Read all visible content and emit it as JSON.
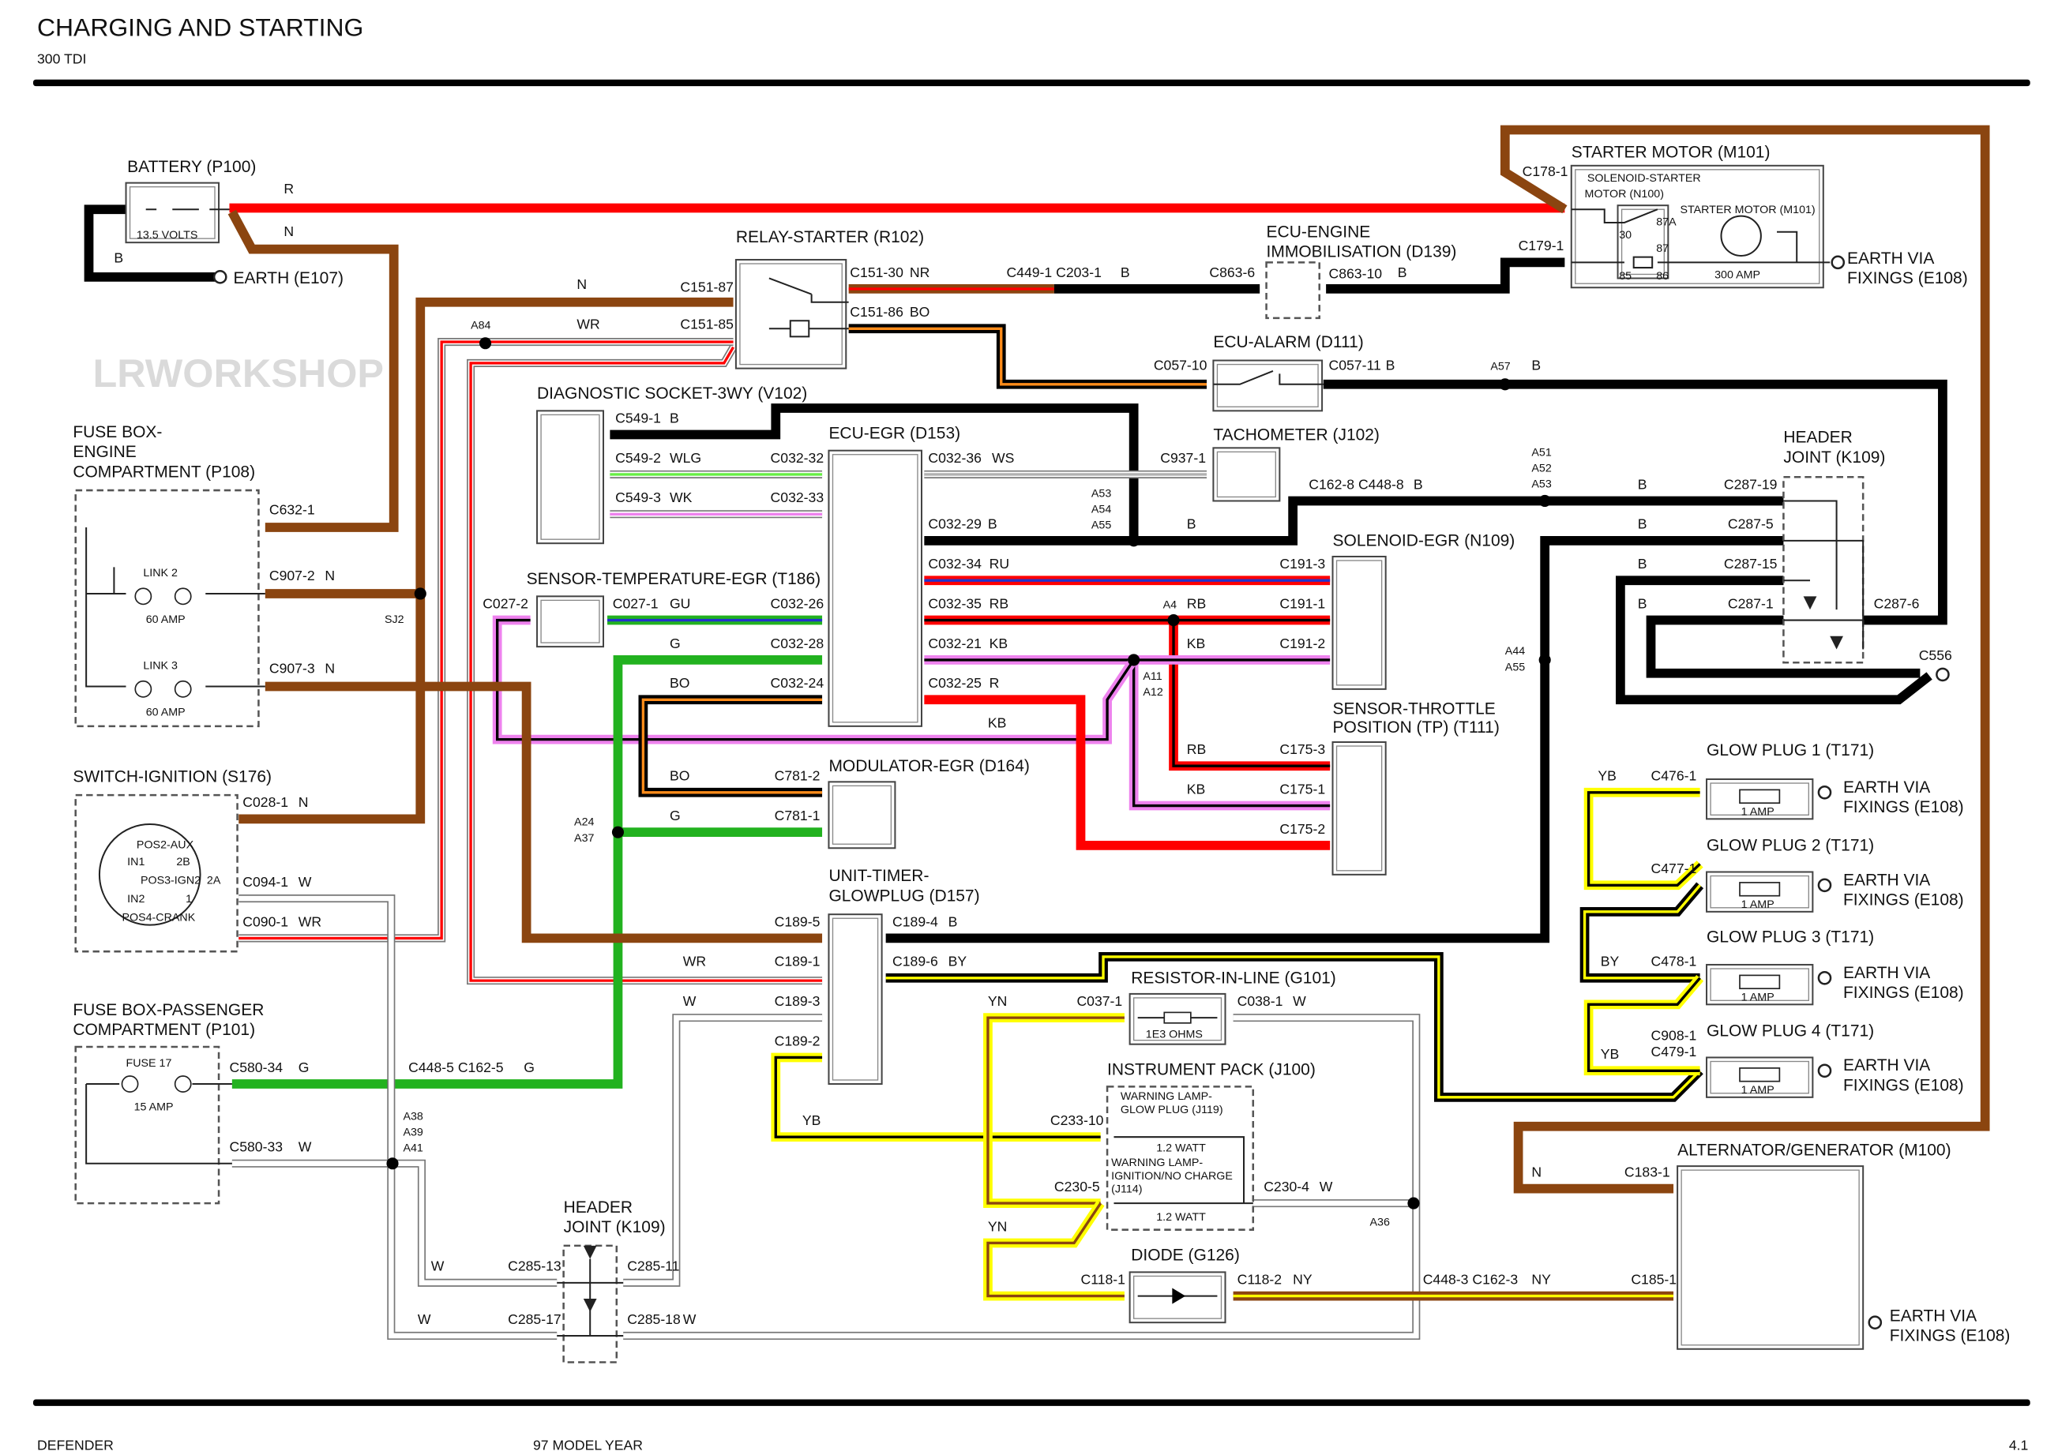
{
  "header": {
    "title": "CHARGING AND STARTING",
    "subtitle": "300 TDI"
  },
  "footer": {
    "left": "DEFENDER",
    "center": "97 MODEL YEAR",
    "page": "4.1"
  },
  "watermark": "LRWORKSHOP",
  "wire_colors": {
    "R": "#ff0000",
    "N": "#8b4510",
    "B": "#000000",
    "W": "#ffffff",
    "G": "#22b21f",
    "Y": "#ffff00",
    "O": "#ff8c1a",
    "U": "#2233cc",
    "K": "#ee82ee",
    "LG": "#66ee44",
    "S": "#b0b0b0"
  },
  "components": {
    "battery": "BATTERY (P100)",
    "battery_rating": "13.5 VOLTS",
    "relay": "RELAY-STARTER (R102)",
    "starter": "STARTER MOTOR (M101)",
    "solenoid_1": "SOLENOID-STARTER",
    "solenoid_2": "MOTOR (N100)",
    "starter_inner": "STARTER MOTOR (M101)",
    "starter_rating": "300 AMP",
    "immob_1": "ECU-ENGINE",
    "immob_2": "IMMOBILISATION (D139)",
    "alarm": "ECU-ALARM (D111)",
    "diag": "DIAGNOSTIC SOCKET-3WY (V102)",
    "ecu_egr": "ECU-EGR (D153)",
    "tacho": "TACHOMETER (J102)",
    "header_r_1": "HEADER",
    "header_r_2": "JOINT (K109)",
    "fuse_eng_1": "FUSE BOX-",
    "fuse_eng_2": "ENGINE",
    "fuse_eng_3": "COMPARTMENT (P108)",
    "link2": "LINK 2",
    "link2_rating": "60 AMP",
    "link3": "LINK 3",
    "link3_rating": "60 AMP",
    "sol_egr": "SOLENOID-EGR (N109)",
    "sens_temp": "SENSOR-TEMPERATURE-EGR (T186)",
    "sens_tps_1": "SENSOR-THROTTLE",
    "sens_tps_2": "POSITION (TP) (T111)",
    "glow1": "GLOW PLUG 1 (T171)",
    "glow2": "GLOW PLUG 2 (T171)",
    "glow3": "GLOW PLUG 3 (T171)",
    "glow4": "GLOW PLUG 4 (T171)",
    "glow_rating": "1 AMP",
    "modulator": "MODULATOR-EGR (D164)",
    "switch": "SWITCH-IGNITION (S176)",
    "pos2": "POS2-AUX",
    "pos3": "POS3-IGN2",
    "pos4": "POS4-CRANK",
    "in1": "IN1",
    "in2": "IN2",
    "p2b": "2B",
    "p2a": "2A",
    "p1": "1",
    "timer_1": "UNIT-TIMER-",
    "timer_2": "GLOWPLUG (D157)",
    "resistor": "RESISTOR-IN-LINE (G101)",
    "resistor_rating": "1E3 OHMS",
    "fuse_pass_1": "FUSE BOX-PASSENGER",
    "fuse_pass_2": "COMPARTMENT (P101)",
    "fuse17": "FUSE 17",
    "fuse17_rating": "15 AMP",
    "instr": "INSTRUMENT PACK (J100)",
    "lamp1_1": "WARNING LAMP-",
    "lamp1_2": "GLOW PLUG (J119)",
    "lamp_rating": "1.2 WATT",
    "lamp2_1": "WARNING LAMP-",
    "lamp2_2": "IGNITION/NO CHARGE",
    "lamp2_3": "(J114)",
    "alt": "ALTERNATOR/GENERATOR (M100)",
    "header_b_1": "HEADER",
    "header_b_2": "JOINT (K109)",
    "diode": "DIODE (G126)",
    "earth_e107": "EARTH (E107)",
    "earth_via": "EARTH VIA",
    "earth_fix": "FIXINGS (E108)"
  },
  "labels": {
    "R": "R",
    "N": "N",
    "B": "B",
    "WR": "WR",
    "W": "W",
    "G": "G",
    "NR": "NR",
    "BO": "BO",
    "WLG": "WLG",
    "WK": "WK",
    "WS": "WS",
    "RU": "RU",
    "RB": "RB",
    "KB": "KB",
    "GU": "GU",
    "YB": "YB",
    "BY": "BY",
    "YN": "YN",
    "NY": "NY",
    "c151_87": "C151-87",
    "c151_85": "C151-85",
    "c151_30": "C151-30",
    "c151_86": "C151-86",
    "c449_1": "C449-1 C203-1",
    "c863_6": "C863-6",
    "c863_10": "C863-10",
    "c178_1": "C178-1",
    "c179_1": "C179-1",
    "c057_10": "C057-10",
    "c057_11": "C057-11",
    "a57": "A57",
    "a84": "A84",
    "c549_1": "C549-1",
    "c549_2": "C549-2",
    "c549_3": "C549-3",
    "c032_32": "C032-32",
    "c032_33": "C032-33",
    "c032_36": "C032-36",
    "c032_29": "C032-29",
    "c937_1": "C937-1",
    "a53s": "A53",
    "a54s": "A54",
    "a55s": "A55",
    "c162_8": "C162-8 C448-8",
    "a51": "A51",
    "a52": "A52",
    "a53": "A53",
    "c287_19": "C287-19",
    "c287_5": "C287-5",
    "c287_15": "C287-15",
    "c287_1": "C287-1",
    "c287_6": "C287-6",
    "c556": "C556",
    "c632_1": "C632-1",
    "c907_2": "C907-2",
    "c907_3": "C907-3",
    "sj2": "SJ2",
    "c032_34": "C032-34",
    "c032_35": "C032-35",
    "c032_21": "C032-21",
    "c032_25": "C032-25",
    "c032_26": "C032-26",
    "c032_28": "C032-28",
    "c032_24": "C032-24",
    "c191_3": "C191-3",
    "c191_1": "C191-1",
    "c191_2": "C191-2",
    "a4": "A4",
    "a11": "A11",
    "a12": "A12",
    "a44": "A44",
    "a55b": "A55",
    "c027_2": "C027-2",
    "c027_1": "C027-1",
    "c175_3": "C175-3",
    "c175_1": "C175-1",
    "c175_2": "C175-2",
    "c781_2": "C781-2",
    "c781_1": "C781-1",
    "a24": "A24",
    "a37": "A37",
    "c028_1": "C028-1",
    "c094_1": "C094-1",
    "c090_1": "C090-1",
    "c189_5": "C189-5",
    "c189_4": "C189-4",
    "c189_1": "C189-1",
    "c189_6": "C189-6",
    "c189_3": "C189-3",
    "c189_2": "C189-2",
    "c476_1": "C476-1",
    "c477_1": "C477-1",
    "c478_1": "C478-1",
    "c908_1": "C908-1",
    "c479_1": "C479-1",
    "c037_1": "C037-1",
    "c038_1": "C038-1",
    "c233_10": "C233-10",
    "c230_5": "C230-5",
    "c230_4": "C230-4",
    "a36": "A36",
    "c580_34": "C580-34",
    "c448_5": "C448-5 C162-5",
    "c580_33": "C580-33",
    "a38": "A38",
    "a39": "A39",
    "a41": "A41",
    "c285_13": "C285-13",
    "c285_11": "C285-11",
    "c285_17": "C285-17",
    "c285_18": "C285-18",
    "c118_1": "C118-1",
    "c118_2": "C118-2",
    "c448_3": "C448-3 C162-3",
    "c185_1": "C185-1",
    "c183_1": "C183-1",
    "t30": "30",
    "t87a": "87A",
    "t87": "87",
    "t85": "85",
    "t86": "86"
  }
}
